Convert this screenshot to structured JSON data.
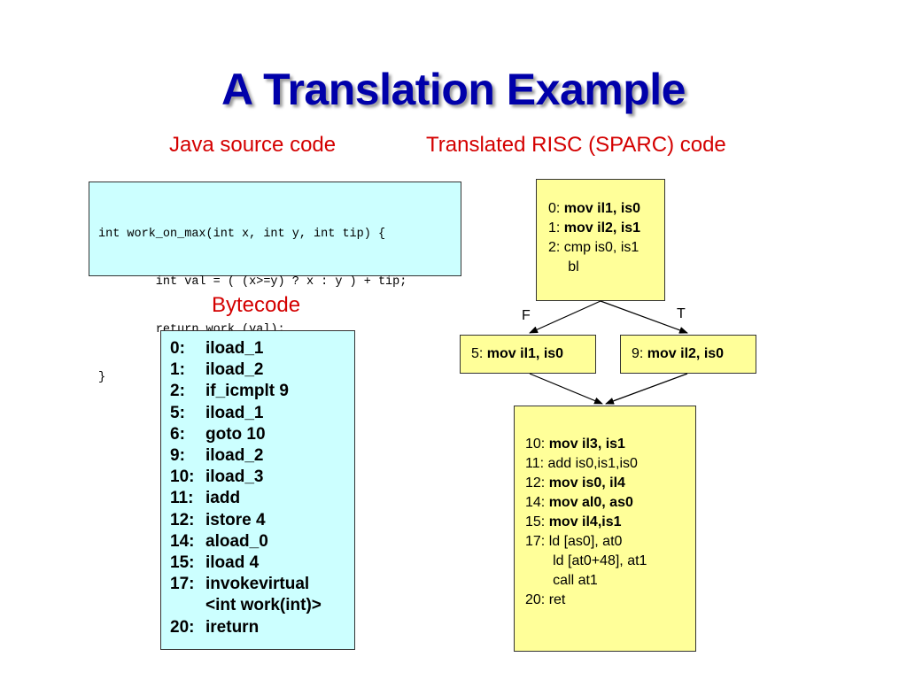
{
  "title": "A Translation Example",
  "headings": {
    "java": "Java source code",
    "risc": "Translated RISC (SPARC) code",
    "bytecode": "Bytecode"
  },
  "java_source": [
    "int work_on_max(int x, int y, int tip) {",
    "        int val = ( (x>=y) ? x : y ) + tip;",
    "        return work (val);",
    "}"
  ],
  "bytecode": [
    {
      "num": "0:",
      "instr": "iload_1"
    },
    {
      "num": "1:",
      "instr": "iload_2"
    },
    {
      "num": "2:",
      "instr": "if_icmplt 9"
    },
    {
      "num": "5:",
      "instr": "iload_1"
    },
    {
      "num": "6:",
      "instr": "goto 10"
    },
    {
      "num": "9:",
      "instr": "iload_2"
    },
    {
      "num": "10:",
      "instr": "iload_3"
    },
    {
      "num": "11:",
      "instr": "iadd"
    },
    {
      "num": "12:",
      "instr": "istore 4"
    },
    {
      "num": "14:",
      "instr": "aload_0"
    },
    {
      "num": "15:",
      "instr": "iload 4"
    },
    {
      "num": "17:",
      "instr": "invokevirtual"
    },
    {
      "num": "",
      "instr": "<int work(int)>"
    },
    {
      "num": "20:",
      "instr": "ireturn"
    }
  ],
  "sparc_blocks": {
    "block0": [
      {
        "lbl": "0: ",
        "code": "mov il1, is0",
        "bold": true
      },
      {
        "lbl": "1: ",
        "code": "mov il2, is1",
        "bold": true
      },
      {
        "lbl": "2: ",
        "code": "cmp is0, is1",
        "bold": false
      },
      {
        "lbl": "     ",
        "code": "bl",
        "bold": false
      }
    ],
    "block5": [
      {
        "lbl": "5: ",
        "code": "mov il1, is0",
        "bold": true
      }
    ],
    "block9": [
      {
        "lbl": "9: ",
        "code": "mov il2, is0",
        "bold": true
      }
    ],
    "block10": [
      {
        "lbl": "10: ",
        "code": "mov il3, is1",
        "bold": true
      },
      {
        "lbl": "11: ",
        "code": "add is0,is1,is0",
        "bold": false
      },
      {
        "lbl": "12: ",
        "code": "mov is0, il4",
        "bold": true
      },
      {
        "lbl": "14: ",
        "code": "mov al0, as0",
        "bold": true
      },
      {
        "lbl": "15: ",
        "code": "mov il4,is1",
        "bold": true
      },
      {
        "lbl": "17: ",
        "code": "ld [as0], at0",
        "bold": false
      },
      {
        "lbl": "       ",
        "code": "ld [at0+48], at1",
        "bold": false
      },
      {
        "lbl": "       ",
        "code": "call at1",
        "bold": false
      },
      {
        "lbl": "20: ",
        "code": "ret",
        "bold": false
      }
    ]
  },
  "edge_labels": {
    "false_branch": "F",
    "true_branch": "T"
  },
  "colors": {
    "title": "#0000aa",
    "heading": "#d40000",
    "java_box_bg": "#ccffff",
    "bytecode_box_bg": "#ccffff",
    "sparc_box_bg": "#ffff99"
  }
}
